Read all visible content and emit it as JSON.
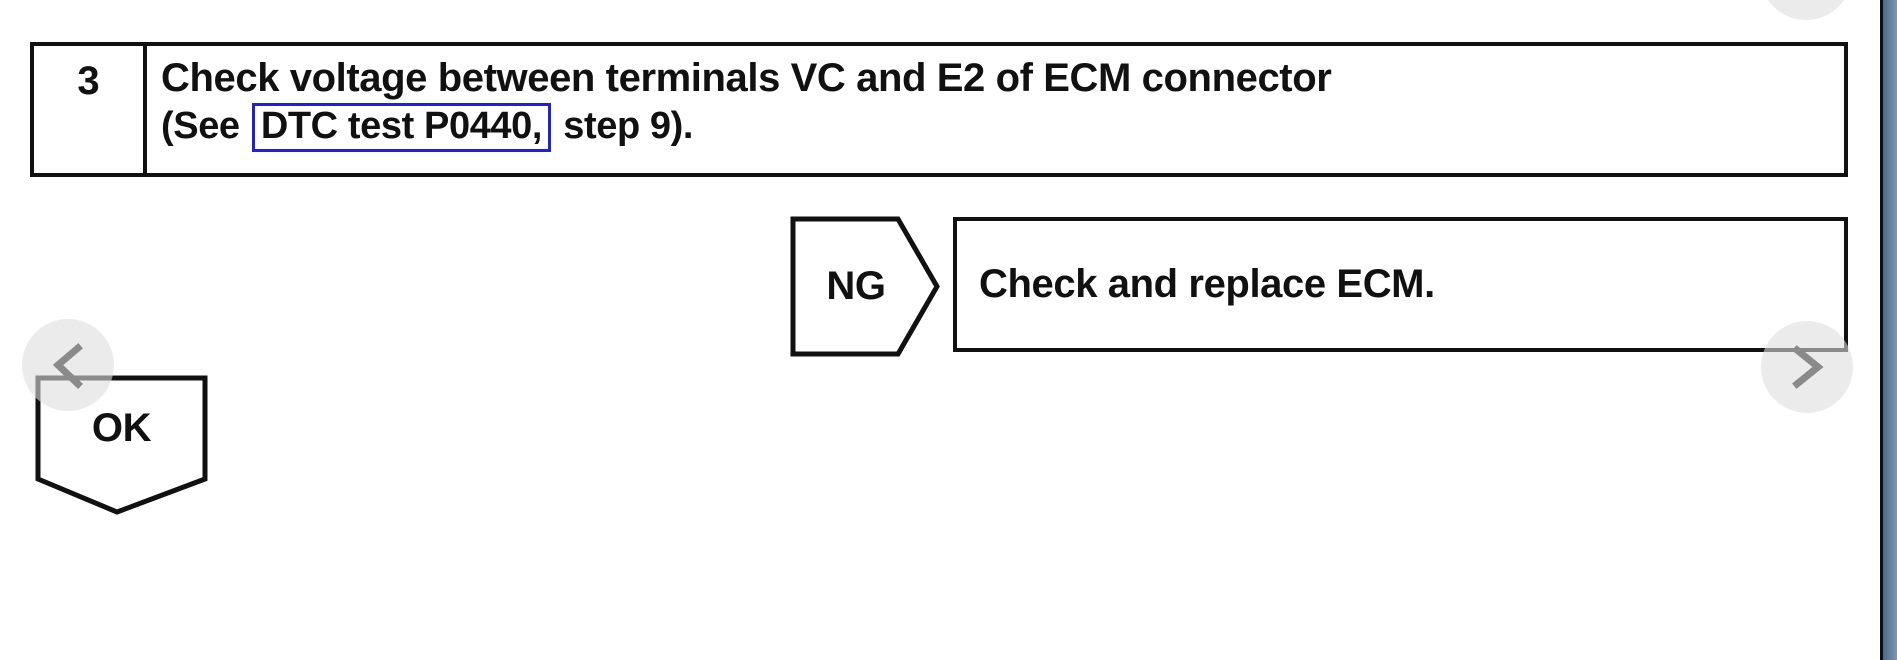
{
  "step": {
    "number": "3",
    "title": "Check voltage between terminals VC and E2 of ECM connector",
    "subtitle_prefix": "(See ",
    "subtitle_link": "DTC test P0440,",
    "subtitle_suffix": " step 9)."
  },
  "ng": {
    "label": "NG",
    "action": "Check and replace ECM."
  },
  "ok": {
    "label": "OK"
  },
  "colors": {
    "ink": "#111111",
    "link_border": "#2222cc",
    "button_fill": "rgba(222,222,222,0.6)",
    "chevron": "#8a8a8a",
    "scrollbar_from": "#4e6988",
    "scrollbar_to": "#7e97b1",
    "scrollbar_edge": "#0b0e13"
  }
}
